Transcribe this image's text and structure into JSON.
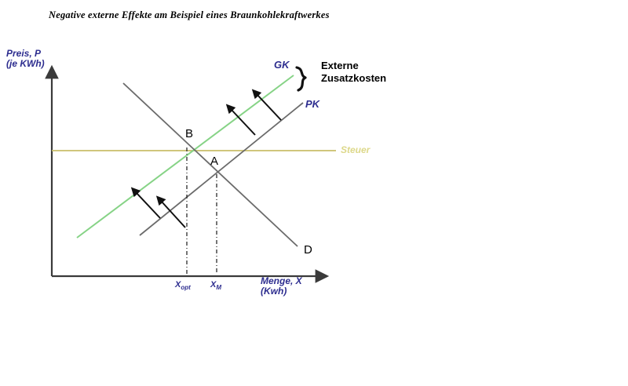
{
  "title": "Negative externe Effekte am Beispiel eines Braunkohlekraftwerkes",
  "axes": {
    "y_label": "Preis, P\n(je KWh)",
    "x_label": "Menge, X\n(Kwh)"
  },
  "curves": {
    "gk_label": "GK",
    "pk_label": "PK",
    "d_label": "D"
  },
  "points": {
    "a_label": "A",
    "b_label": "B"
  },
  "ticks": {
    "x_opt_base": "X",
    "x_opt_sub": "opt",
    "x_m_base": "X",
    "x_m_sub": "M"
  },
  "annotations": {
    "callout": "Externe\nZusatzkosten",
    "steuer": "Steuer"
  },
  "colors": {
    "axis": "#3a3a3a",
    "label_blue": "#2d2d8f",
    "gk_green": "#86d386",
    "pk_gray": "#6b6b6b",
    "d_gray": "#6b6b6b",
    "tax_gold": "#c9be6a",
    "steuer_text": "#ddd88a",
    "black": "#000000",
    "background": "#ffffff"
  },
  "chart_data": {
    "type": "line",
    "title": "Negative externe Effekte am Beispiel eines Braunkohlekraftwerkes",
    "xlabel": "Menge, X (Kwh)",
    "ylabel": "Preis, P (je KWh)",
    "grid": false,
    "legend": "inline-curve-labels",
    "xlim": [
      0,
      100
    ],
    "ylim": [
      0,
      100
    ],
    "series": [
      {
        "name": "GK",
        "description": "Grenzkosten inkl. externer Zusatzkosten (soziale Grenzkosten), nach links/oben verschobene PK-Kurve",
        "color": "#86d386",
        "points": [
          [
            10,
            20
          ],
          [
            80,
            92
          ]
        ]
      },
      {
        "name": "PK",
        "description": "Private Kosten / Angebotskurve",
        "color": "#6b6b6b",
        "points": [
          [
            39,
            21
          ],
          [
            89,
            82
          ]
        ]
      },
      {
        "name": "D",
        "description": "Nachfragekurve, fallend",
        "color": "#6b6b6b",
        "points": [
          [
            25,
            86
          ],
          [
            82,
            17
          ]
        ]
      },
      {
        "name": "Steuer",
        "description": "Horizontale Steuerlinie auf Hoehe des Gleichgewichts B",
        "color": "#c9be6a",
        "points": [
          [
            0,
            59
          ],
          [
            100,
            59
          ]
        ]
      }
    ],
    "markers": [
      {
        "label": "B",
        "x": 34,
        "y": 59,
        "description": "Optimum: Schnittpunkt D und GK"
      },
      {
        "label": "A",
        "x": 47,
        "y": 48,
        "description": "Marktgleichgewicht: Schnittpunkt D und PK"
      }
    ],
    "xticks": [
      {
        "label": "X opt",
        "x": 34
      },
      {
        "label": "X M",
        "x": 47
      }
    ],
    "shift_arrows": 4,
    "annotations": [
      {
        "text": "Externe Zusatzkosten",
        "target": "gap between PK and GK"
      },
      {
        "text": "Steuer",
        "target": "horizontal tax line"
      }
    ]
  }
}
